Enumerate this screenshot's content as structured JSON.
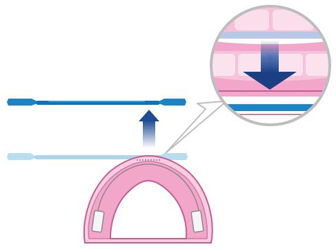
{
  "diagram": {
    "caption": "",
    "elements": [
      {
        "name": "raised-strip",
        "kind": "strip",
        "state": "raised"
      },
      {
        "name": "lowered-strip",
        "kind": "strip",
        "state": "faded"
      },
      {
        "name": "up-arrow",
        "kind": "arrow",
        "direction": "up"
      },
      {
        "name": "mouthguard-tray",
        "kind": "dental-tray",
        "view": "top"
      },
      {
        "name": "zoom-callout",
        "kind": "magnifier",
        "shape": "circle"
      },
      {
        "name": "down-arrow",
        "kind": "arrow",
        "direction": "down"
      }
    ]
  },
  "colors": {
    "strip_blue": "#1a84c9",
    "strip_dark": "#0e5f9c",
    "strip_faded": "#b7ddf0",
    "arrow_blue": "#1f4d95",
    "gum_pink": "#f2a6c9",
    "gum_light": "#f8cde0",
    "tray_outline": "#c65a95",
    "magnifier_ring": "#cfcfcf"
  }
}
